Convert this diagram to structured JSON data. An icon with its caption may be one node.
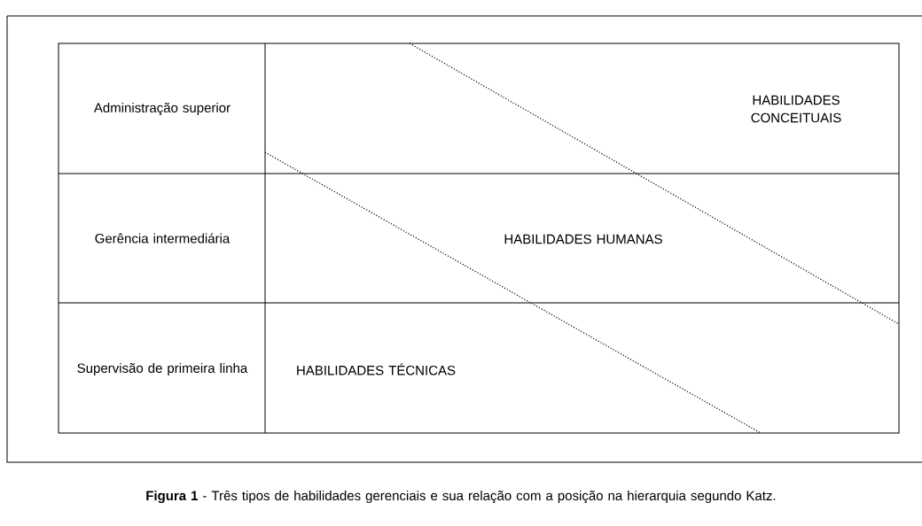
{
  "diagram": {
    "caption": "**Figura 1** - Três tipos de habilidades gerenciais e sua relação com a posição na hierarquia segundo Katz.",
    "labels": [
      "Administração superior",
      "HABILIDADES CONCEITUAIS",
      "Gerência intermediária",
      "HABILIDADES HUMANAS",
      "Supervisão de primeira linha",
      "HABILIDADES TÉCNICAS"
    ]
  }
}
